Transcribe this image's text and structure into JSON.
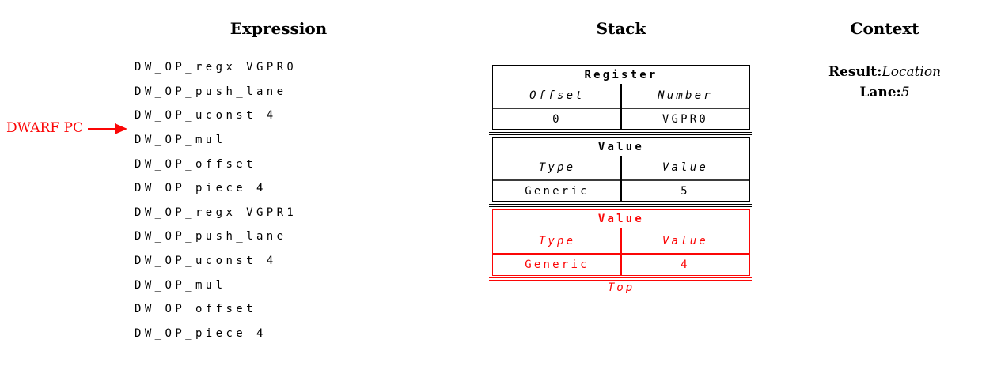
{
  "diagram": {
    "expression": {
      "title": "Expression",
      "ops": [
        "DW_OP_regx VGPR0",
        "DW_OP_push_lane",
        "DW_OP_uconst 4",
        "DW_OP_mul",
        "DW_OP_offset",
        "DW_OP_piece 4",
        "DW_OP_regx VGPR1",
        "DW_OP_push_lane",
        "DW_OP_uconst 4",
        "DW_OP_mul",
        "DW_OP_offset",
        "DW_OP_piece 4"
      ]
    },
    "annotation": {
      "label": "DWARF PC"
    },
    "stack": {
      "title": "Stack",
      "frames": [
        {
          "title": "Register",
          "columns": [
            "Offset",
            "Number"
          ],
          "values": [
            "0",
            "VGPR0"
          ],
          "highlighted": false
        },
        {
          "title": "Value",
          "columns": [
            "Type",
            "Value"
          ],
          "values": [
            "Generic",
            "5"
          ],
          "highlighted": false
        },
        {
          "title": "Value",
          "columns": [
            "Type",
            "Value"
          ],
          "values": [
            "Generic",
            "4"
          ],
          "highlighted": true
        }
      ],
      "top_label": "Top"
    },
    "context": {
      "title": "Context",
      "fields": [
        {
          "label": "Result:",
          "value": "Location"
        },
        {
          "label": "Lane:",
          "value": "5"
        }
      ]
    },
    "colors": {
      "highlight_red": "#fb0606",
      "text_black": "#000000",
      "rule_gray": "#3b3b3b"
    }
  }
}
